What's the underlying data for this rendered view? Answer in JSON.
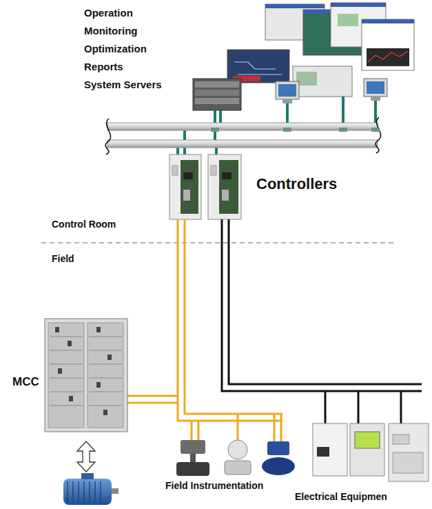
{
  "diagram": {
    "labels": [
      "Operation",
      "Monitoring",
      "Optimization",
      "Reports",
      "System Servers",
      "Controllers",
      "Control Room",
      "Field",
      "MCC",
      "Field Instrumentation",
      "Electrical Equipmen"
    ]
  }
}
